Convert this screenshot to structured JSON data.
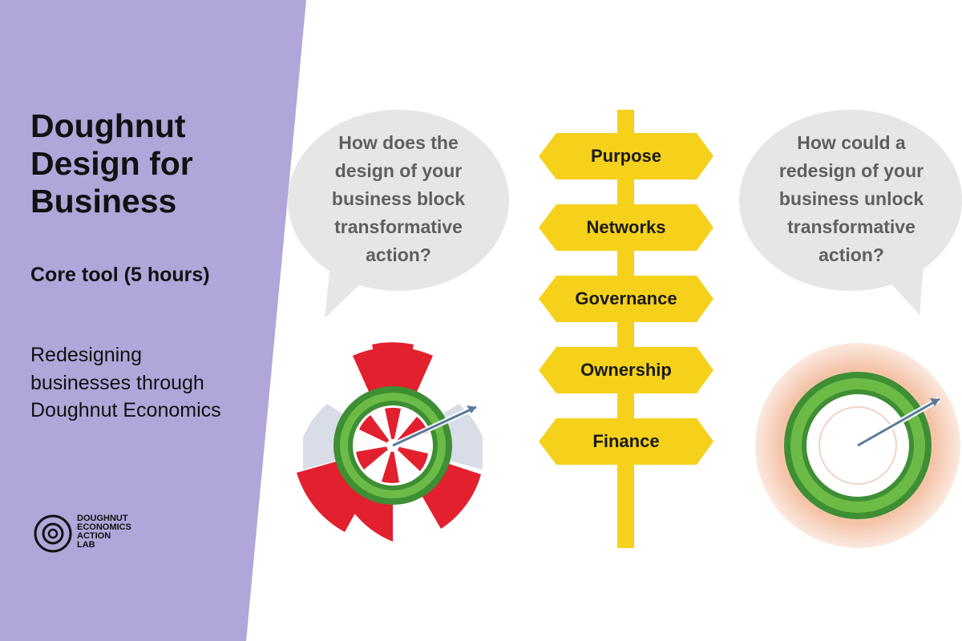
{
  "left_panel": {
    "title": "Doughnut Design for Business",
    "subtitle": "Core tool (5 hours)",
    "description": "Redesigning businesses through Doughnut Economics",
    "logo_text": [
      "DOUGHNUT",
      "ECONOMICS",
      "ACTION",
      "LAB"
    ],
    "background_color": "#b1a6d9"
  },
  "bubbles": {
    "left": "How does the design of your business block transformative action?",
    "right": "How could a redesign of your business unlock transformative action?"
  },
  "signpost": {
    "labels": [
      "Purpose",
      "Networks",
      "Governance",
      "Ownership",
      "Finance"
    ],
    "color": "#f5d11c"
  },
  "doughnuts": {
    "left": {
      "state": "overshoot and shortfall",
      "ring_color": "#5aa83e",
      "alert_color": "#e2202e"
    },
    "right": {
      "state": "safe and just space",
      "ring_color": "#5aa83e",
      "glow_color": "#f3c6ae"
    }
  }
}
